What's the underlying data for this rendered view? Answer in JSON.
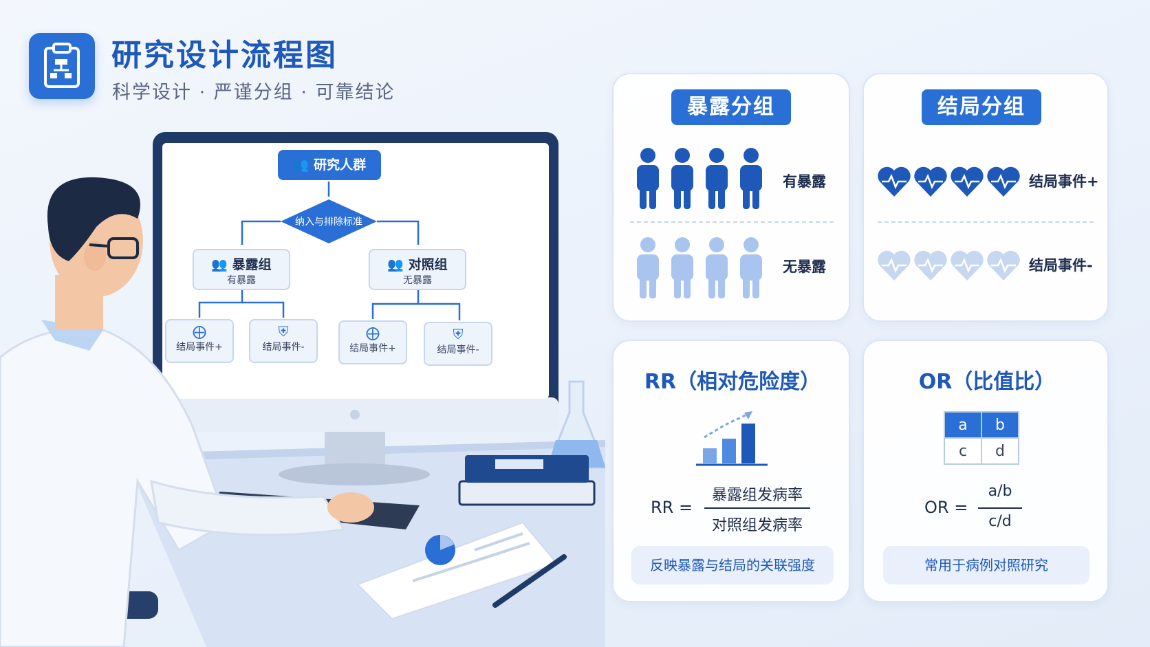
{
  "header": {
    "title": "研究设计流程图",
    "subtitle": "科学设计 · 严谨分组 · 可靠结论",
    "logo_icon": "clipboard-flowchart-icon"
  },
  "flowchart": {
    "population": "研究人群",
    "criteria": "纳入与排除标准",
    "exposed_group": {
      "title": "暴露组",
      "sub": "有暴露"
    },
    "control_group": {
      "title": "对照组",
      "sub": "无暴露"
    },
    "outcome_positive": "结局事件+",
    "outcome_negative": "结局事件-"
  },
  "exposure_card": {
    "title": "暴露分组",
    "exposed_label": "有暴露",
    "unexposed_label": "无暴露"
  },
  "outcome_card": {
    "title": "结局分组",
    "positive_label": "结局事件+",
    "negative_label": "结局事件-"
  },
  "rr_card": {
    "title": "RR（相对危险度）",
    "lhs": "RR =",
    "numerator": "暴露组发病率",
    "denominator": "对照组发病率",
    "note": "反映暴露与结局的关联强度"
  },
  "or_card": {
    "title": "OR（比值比）",
    "table": {
      "a": "a",
      "b": "b",
      "c": "c",
      "d": "d"
    },
    "lhs": "OR =",
    "numerator": "a/b",
    "denominator": "c/d",
    "note": "常用于病例对照研究"
  },
  "colors": {
    "accent": "#2a6fd6",
    "dark": "#1e58b9",
    "light": "#a9c4ee"
  }
}
